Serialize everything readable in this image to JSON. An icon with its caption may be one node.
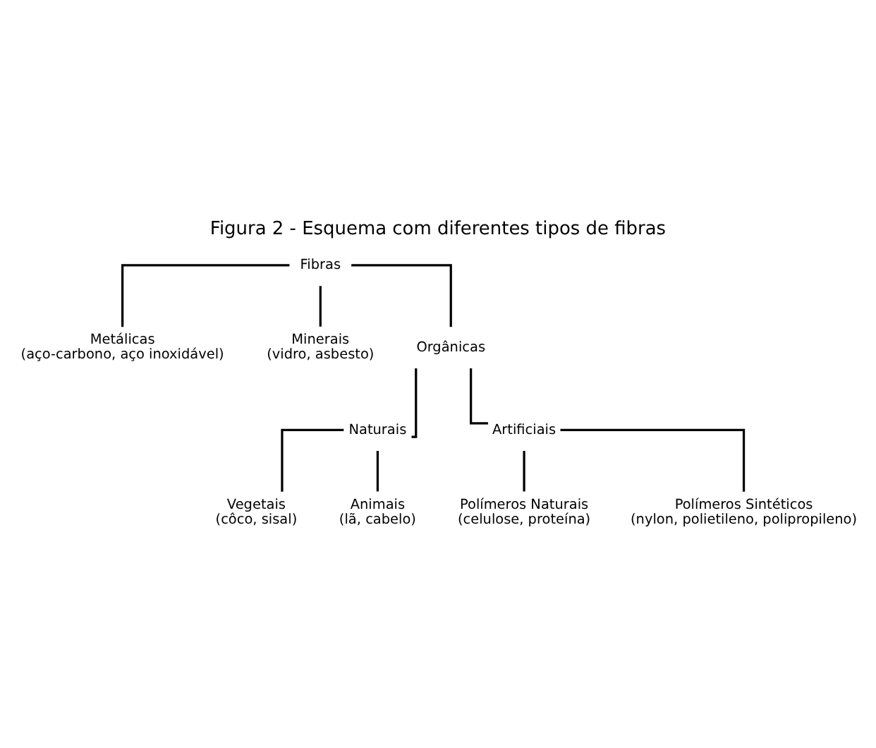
{
  "diagram": {
    "title": "Figura 2 - Esquema com diferentes tipos de fibras",
    "nodes": [
      {
        "text": [
          "Fibras"
        ]
      },
      {
        "text": [
          "Metálicas",
          "(aço-carbono, aço inoxidável)"
        ]
      },
      {
        "text": [
          "Minerais",
          "(vidro, asbesto)"
        ]
      },
      {
        "text": [
          "Orgânicas"
        ]
      },
      {
        "text": [
          "Naturais"
        ]
      },
      {
        "text": [
          "Artificiais"
        ]
      },
      {
        "text": [
          "Vegetais",
          "(côco, sisal)"
        ]
      },
      {
        "text": [
          "Animais",
          "(lã, cabelo)"
        ]
      },
      {
        "text": [
          "Polímeros Naturais",
          "(celulose, proteína)"
        ]
      },
      {
        "text": [
          "Polímeros Sintéticos",
          "(nylon, polietileno, polipropileno)"
        ]
      }
    ],
    "edges": [
      {
        "from": 0,
        "to": 1,
        "arrow": "none"
      },
      {
        "from": 0,
        "to": 2,
        "arrow": "none"
      },
      {
        "from": 0,
        "to": 3,
        "arrow": "none"
      },
      {
        "from": 3,
        "to": 4,
        "arrow": "none"
      },
      {
        "from": 3,
        "to": 5,
        "arrow": "none"
      },
      {
        "from": 4,
        "to": 6,
        "arrow": "none"
      },
      {
        "from": 4,
        "to": 7,
        "arrow": "none"
      },
      {
        "from": 5,
        "to": 8,
        "arrow": "none"
      },
      {
        "from": 5,
        "to": 9,
        "arrow": "none"
      }
    ]
  }
}
